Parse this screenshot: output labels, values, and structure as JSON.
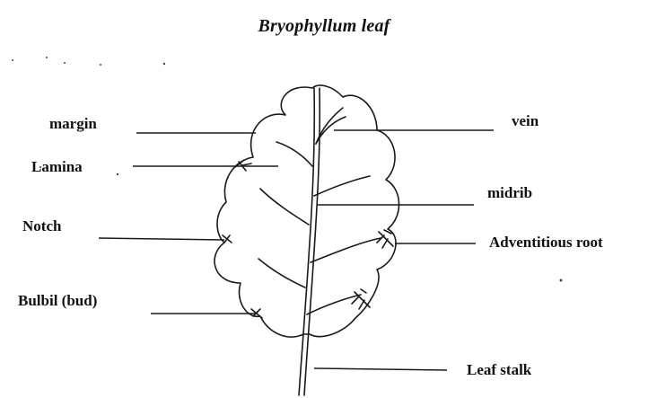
{
  "diagram": {
    "title": "Bryophyllum leaf",
    "labels": {
      "margin": "margin",
      "lamina": "Lamina",
      "notch": "Notch",
      "bulbil": "Bulbil (bud)",
      "vein": "vein",
      "midrib": "midrib",
      "adventitious_root": "Adventitious root",
      "leaf_stalk": "Leaf stalk"
    }
  }
}
